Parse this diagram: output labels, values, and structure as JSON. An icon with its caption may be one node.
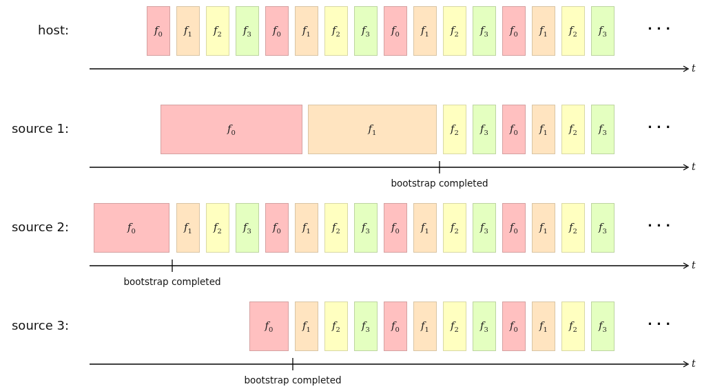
{
  "diagram": {
    "nodes": [
      {
        "text": [
          "*f*$_{0}$"
        ]
      },
      {
        "text": [
          "*f*$_{1}$"
        ]
      },
      {
        "text": [
          "*f*$_{2}$"
        ]
      },
      {
        "text": [
          "*f*$_{3}$"
        ]
      },
      {
        "text": [
          "*f*$_{0}$"
        ]
      },
      {
        "text": [
          "*f*$_{1}$"
        ]
      },
      {
        "text": [
          "*f*$_{2}$"
        ]
      },
      {
        "text": [
          "*f*$_{3}$"
        ]
      },
      {
        "text": [
          "*f*$_{0}$"
        ]
      },
      {
        "text": [
          "*f*$_{1}$"
        ]
      },
      {
        "text": [
          "*f*$_{2}$"
        ]
      },
      {
        "text": [
          "*f*$_{3}$"
        ]
      },
      {
        "text": [
          "*f*$_{0}$"
        ]
      },
      {
        "text": [
          "*f*$_{1}$"
        ]
      },
      {
        "text": [
          "*f*$_{2}$"
        ]
      },
      {
        "text": [
          "*f*$_{3}$"
        ]
      },
      {
        "text": [
          "*f*$_{0}$"
        ]
      },
      {
        "text": [
          "*f*$_{1}$"
        ]
      },
      {
        "text": [
          "*f*$_{2}$"
        ]
      },
      {
        "text": [
          "*f*$_{3}$"
        ]
      },
      {
        "text": [
          "*f*$_{0}$"
        ]
      },
      {
        "text": [
          "*f*$_{1}$"
        ]
      },
      {
        "text": [
          "*f*$_{2}$"
        ]
      },
      {
        "text": [
          "*f*$_{3}$"
        ]
      },
      {
        "text": [
          "*f*$_{0}$"
        ]
      },
      {
        "text": [
          "*f*$_{1}$"
        ]
      },
      {
        "text": [
          "*f*$_{2}$"
        ]
      },
      {
        "text": [
          "*f*$_{3}$"
        ]
      },
      {
        "text": [
          "*f*$_{0}$"
        ]
      },
      {
        "text": [
          "*f*$_{1}$"
        ]
      },
      {
        "text": [
          "*f*$_{2}$"
        ]
      },
      {
        "text": [
          "*f*$_{3}$"
        ]
      },
      {
        "text": [
          "*f*$_{0}$"
        ]
      },
      {
        "text": [
          "*f*$_{1}$"
        ]
      },
      {
        "text": [
          "*f*$_{2}$"
        ]
      },
      {
        "text": [
          "*f*$_{3}$"
        ]
      },
      {
        "text": [
          "*f*$_{0}$"
        ]
      },
      {
        "text": [
          "*f*$_{1}$"
        ]
      },
      {
        "text": [
          "*f*$_{2}$"
        ]
      },
      {
        "text": [
          "*f*$_{3}$"
        ]
      },
      {
        "text": [
          "*f*$_{0}$"
        ]
      },
      {
        "text": [
          "*f*$_{1}$"
        ]
      },
      {
        "text": [
          "*f*$_{2}$"
        ]
      },
      {
        "text": [
          "*f*$_{3}$"
        ]
      },
      {
        "text": [
          "*f*$_{0}$"
        ]
      },
      {
        "text": [
          "*f*$_{1}$"
        ]
      },
      {
        "text": [
          "*f*$_{2}$"
        ]
      },
      {
        "text": [
          "*f*$_{3}$"
        ]
      },
      {
        "text": [
          "*f*$_{0}$"
        ]
      },
      {
        "text": [
          "*f*$_{1}$"
        ]
      },
      {
        "text": [
          "*f*$_{2}$"
        ]
      },
      {
        "text": [
          "*f*$_{3}$"
        ]
      }
    ],
    "labels": [
      "host:",
      "· · ·",
      "t",
      "source 1:",
      "· · ·",
      "t",
      "bootstrap completed",
      "source 2:",
      "· · ·",
      "t",
      "bootstrap completed",
      "source 3:",
      "· · ·",
      "t",
      "bootstrap completed"
    ]
  }
}
